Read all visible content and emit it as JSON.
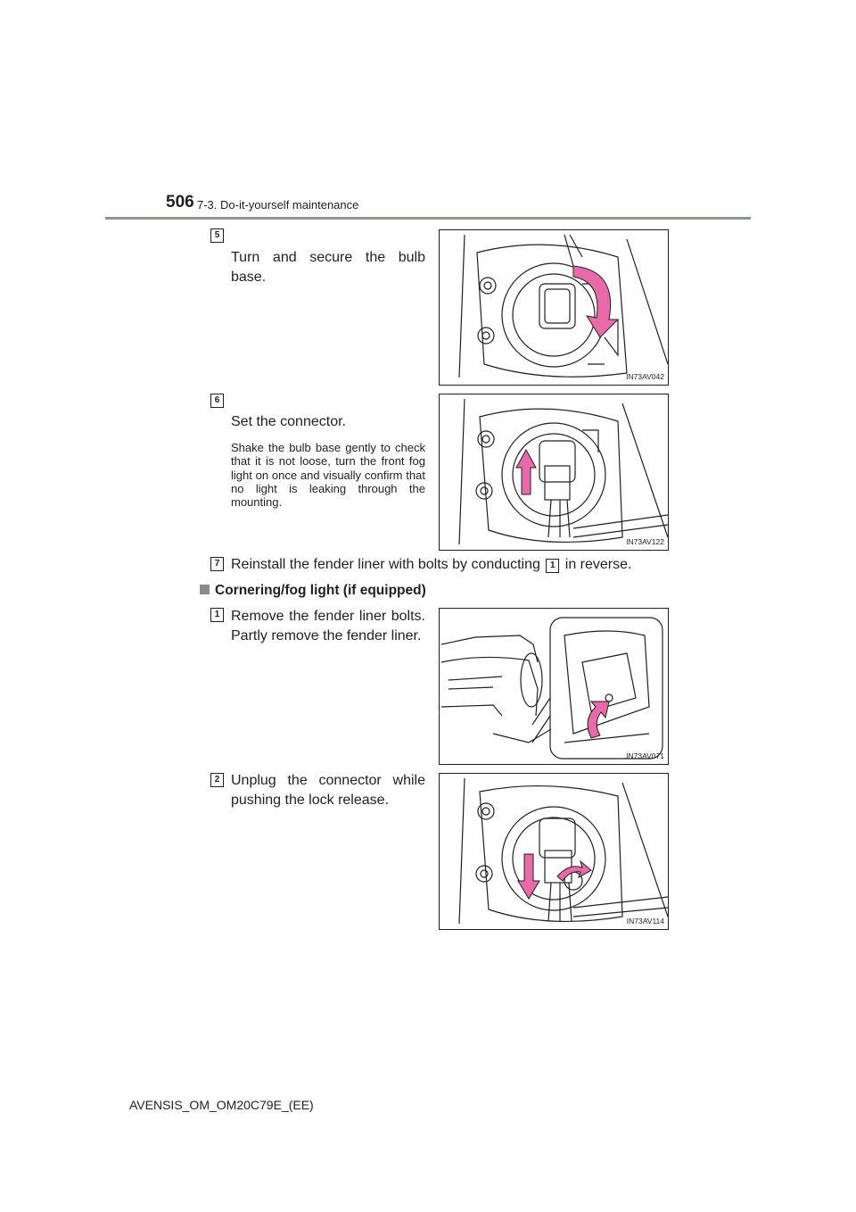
{
  "header": {
    "page_number": "506",
    "section": "7-3. Do-it-yourself maintenance"
  },
  "steps_a": [
    {
      "num": "5",
      "text": "Turn and secure the bulb base.",
      "fig": "IN73AV042"
    },
    {
      "num": "6",
      "text": "Set the connector.",
      "note": "Shake the bulb base gently to check that it is not loose, turn the front fog light on once and visually confirm that no light is leaking through the mounting.",
      "fig": "IN73AV122"
    },
    {
      "num": "7",
      "text_before": "Reinstall the fender liner with bolts by conducting",
      "ref": "1",
      "text_after": "in reverse."
    }
  ],
  "subheading": "Cornering/fog light (if equipped)",
  "steps_b": [
    {
      "num": "1",
      "text": "Remove the fender liner bolts. Partly remove the fender liner.",
      "fig": "IN73AV071"
    },
    {
      "num": "2",
      "text": "Unplug the connector while pushing the lock release.",
      "fig": "IN73AV114"
    }
  ],
  "footer": "AVENSIS_OM_OM20C79E_(EE)",
  "colors": {
    "arrow": "#e86aa8",
    "rule": "#8a9a8a",
    "line": "#231f20"
  }
}
